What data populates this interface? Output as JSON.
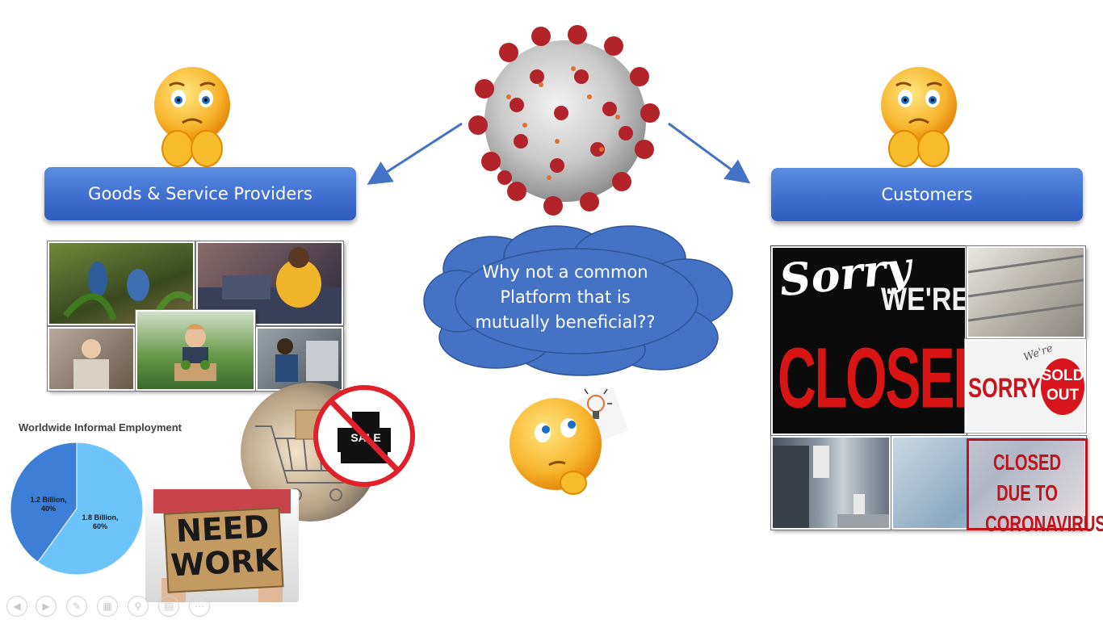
{
  "banners": {
    "providers": "Goods & Service Providers",
    "customers": "Customers"
  },
  "cloud": {
    "line1": "Why not a common",
    "line2": "Platform that is",
    "line3": "mutually beneficial??"
  },
  "pie_chart": {
    "title": "Worldwide Informal Employment",
    "slice_small_label": "1.2 Billion, 40%",
    "slice_large_label": "1.8 Billion, 60%",
    "slice_small_line1": "1.2 Billion,",
    "slice_small_line2": "40%",
    "slice_large_line1": "1.8 Billion,",
    "slice_large_line2": "60%"
  },
  "chart_data": {
    "type": "pie",
    "title": "Worldwide Informal Employment",
    "categories": [
      "1.2 Billion",
      "1.8 Billion"
    ],
    "values": [
      40,
      60
    ],
    "colors": [
      "#3d7fd6",
      "#6cc4fb"
    ],
    "legend": "none"
  },
  "signs": {
    "sorry": "Sorry",
    "were": "WE'RE",
    "closed": "CLOSED",
    "sorry_sold": "SORRY",
    "were_small": "We're",
    "sold": "SOLD",
    "out": "OUT",
    "closed_due_line1": "CLOSED DUE TO",
    "closed_due_line2": "CORONAVIRUS",
    "sale": "SALE",
    "need": "NEED",
    "work": "WORK"
  },
  "colors": {
    "banner_blue": "#4472c4",
    "cloud_blue": "#4472c4",
    "arrow_blue": "#4472c4",
    "closed_red": "#d91414",
    "no_sign_red": "#e0202a"
  },
  "icons": [
    "worried-emoji-left",
    "worried-emoji-right",
    "coronavirus-image",
    "thinking-emoji",
    "lightbulb-icon",
    "no-sale-register-icon"
  ],
  "slide_controls": [
    "previous",
    "next",
    "pen",
    "see-all-slides",
    "zoom",
    "subtitles",
    "more-options"
  ]
}
